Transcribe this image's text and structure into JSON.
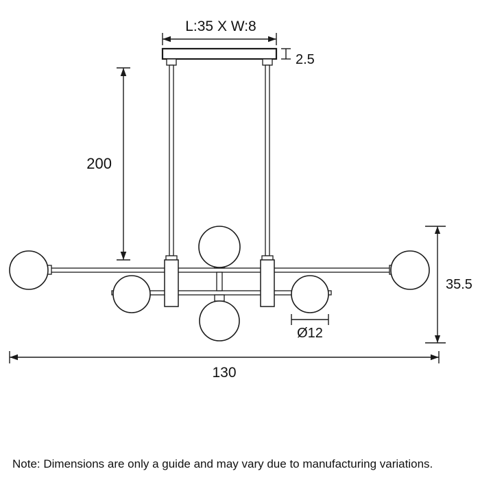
{
  "drawing": {
    "kind": "pendant-light-dimension-diagram",
    "colors": {
      "line": "#1a1a1a",
      "background": "#ffffff",
      "text": "#111111"
    },
    "dimensions": {
      "canopy_size": "L:35 X W:8",
      "canopy_thickness": "2.5",
      "drop_height": "200",
      "fixture_height": "35.5",
      "globe_diameter": "Ø12",
      "overall_width": "130"
    },
    "note": "Note: Dimensions are only a guide and may vary due to manufacturing variations."
  }
}
